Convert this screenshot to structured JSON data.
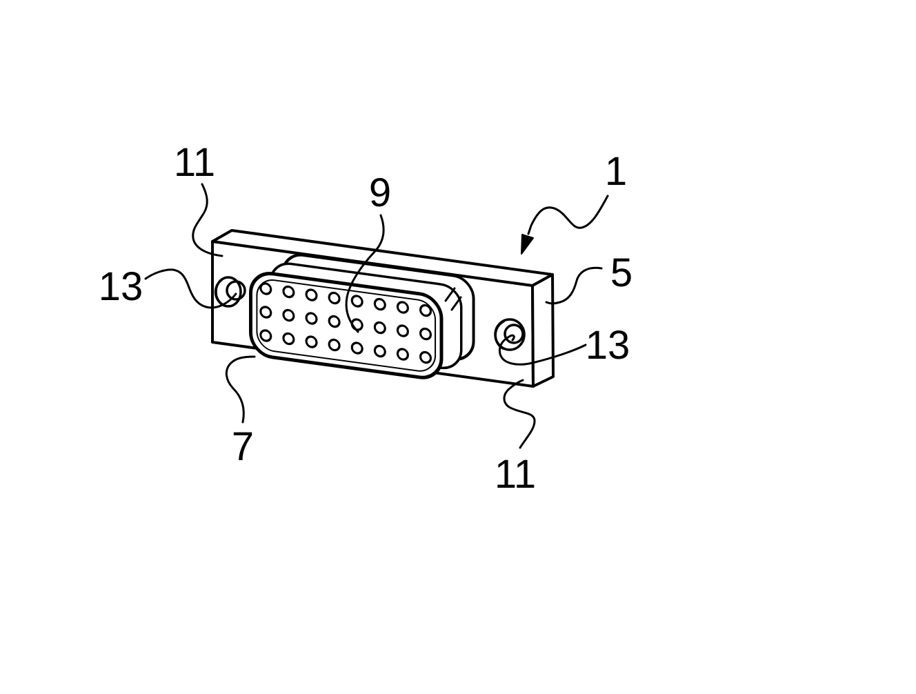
{
  "figure": {
    "type": "patent-line-drawing",
    "subject": "panel-mount rectangular electrical connector with mounting flange, two flange holes and a 24-contact insert",
    "background_color": "#ffffff",
    "line_color": "#000000"
  },
  "connector": {
    "pin_rows": 3,
    "pin_cols": 8
  },
  "labels": {
    "ref_11_top": "11",
    "ref_13_left": "13",
    "ref_9": "9",
    "ref_1": "1",
    "ref_5": "5",
    "ref_13_right": "13",
    "ref_7": "7",
    "ref_11_bottom": "11"
  }
}
